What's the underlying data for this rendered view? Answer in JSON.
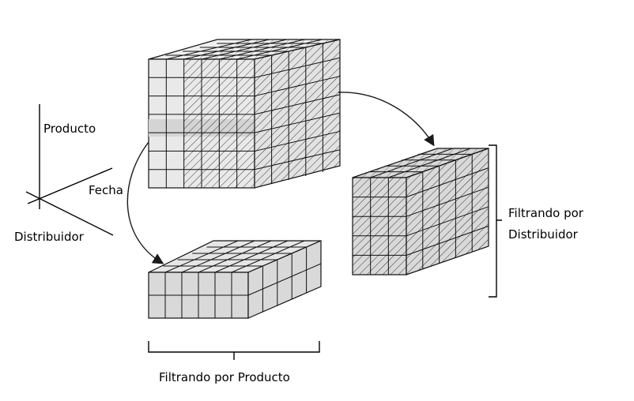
{
  "axes": {
    "product_label": "Producto",
    "date_label": "Fecha",
    "distributor_label": "Distribuidor"
  },
  "captions": {
    "by_product": "Filtrando por Producto",
    "by_distributor_line1": "Filtrando por",
    "by_distributor_line2": "Distribuidor"
  },
  "colors": {
    "cube_front": "#e9e9e9",
    "cube_top": "#efefef",
    "cube_side": "#e2e2e2",
    "highlight_band": "#d4d4d4",
    "product_slab_front": "#d9d9d9",
    "product_slab_top": "#e6e6e6",
    "distributor_cube_front": "#d9d9d9"
  },
  "icons": {
    "arrow_to_product": "curved-arrow-icon",
    "arrow_to_distributor": "curved-arrow-icon"
  }
}
